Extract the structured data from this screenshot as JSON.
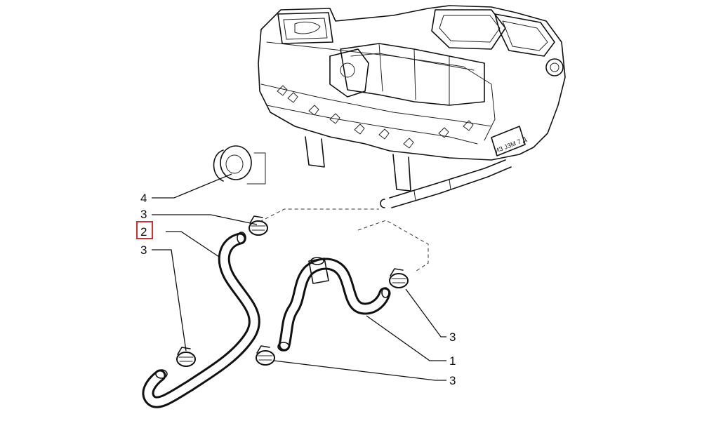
{
  "callouts": [
    {
      "id": "c4",
      "text": "4"
    },
    {
      "id": "c3a",
      "text": "3"
    },
    {
      "id": "c2",
      "text": "2"
    },
    {
      "id": "c3b",
      "text": "3"
    },
    {
      "id": "c3c",
      "text": "3"
    },
    {
      "id": "c1",
      "text": "1"
    },
    {
      "id": "c3d",
      "text": "3"
    }
  ],
  "highlight": {
    "part": "2",
    "color": "#d32f2f"
  },
  "housing_stamp": "ИЗ JЗМ 7 Д",
  "colors": {
    "line": "#111111",
    "background": "#ffffff"
  }
}
